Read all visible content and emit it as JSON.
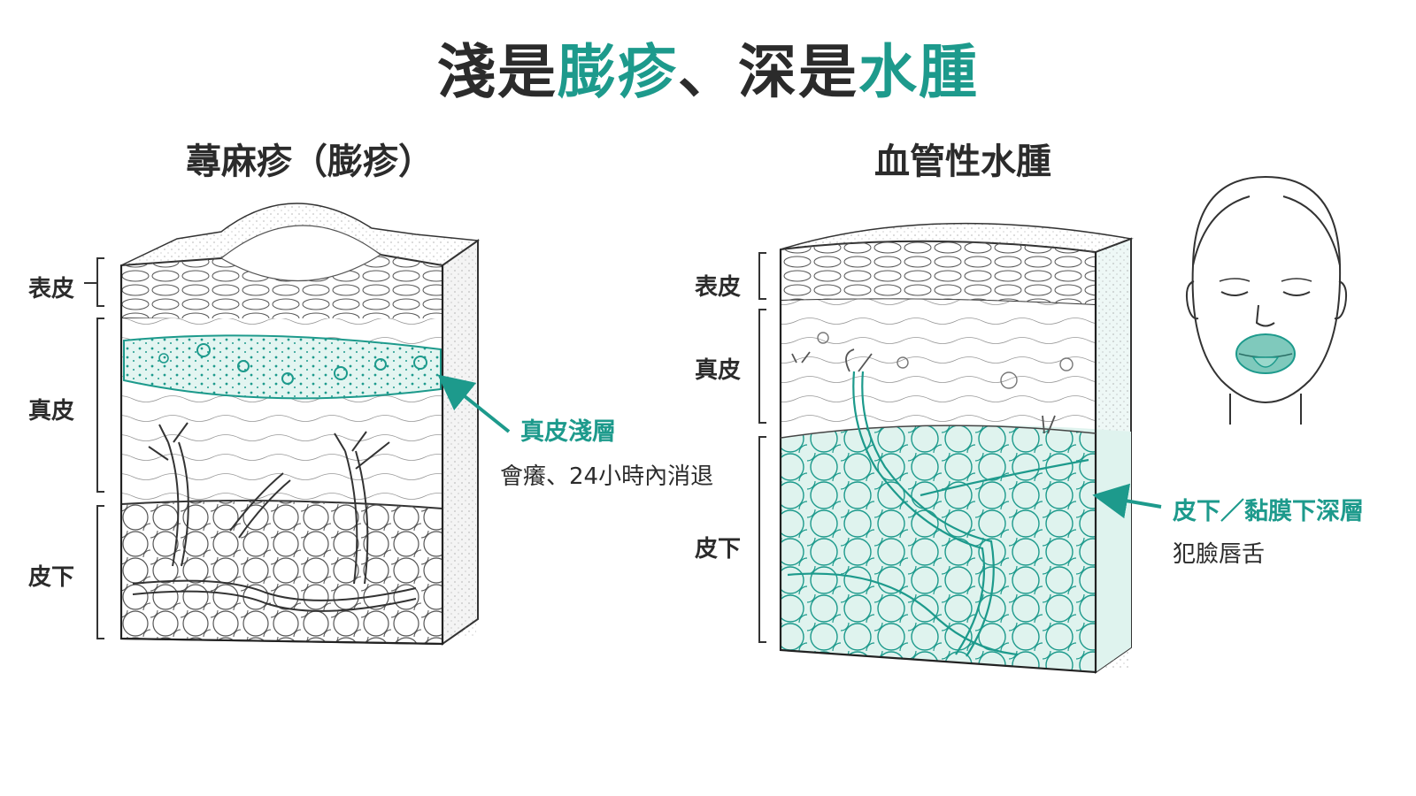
{
  "title": {
    "part1": "淺是",
    "part2": "膨疹",
    "part3": "、深是",
    "part4": "水腫"
  },
  "left": {
    "heading": "蕁麻疹（膨疹）",
    "layers": [
      "表皮",
      "真皮",
      "皮下"
    ],
    "callout_title": "真皮淺層",
    "callout_text": "會癢、24小時內消退"
  },
  "right": {
    "heading": "血管性水腫",
    "layers": [
      "表皮",
      "真皮",
      "皮下"
    ],
    "callout_title": "皮下／黏膜下深層",
    "callout_text": "犯臉唇舌"
  },
  "colors": {
    "accent": "#1d9a8c",
    "accent_light": "#d6f0ea",
    "ink": "#2b2b2b"
  }
}
